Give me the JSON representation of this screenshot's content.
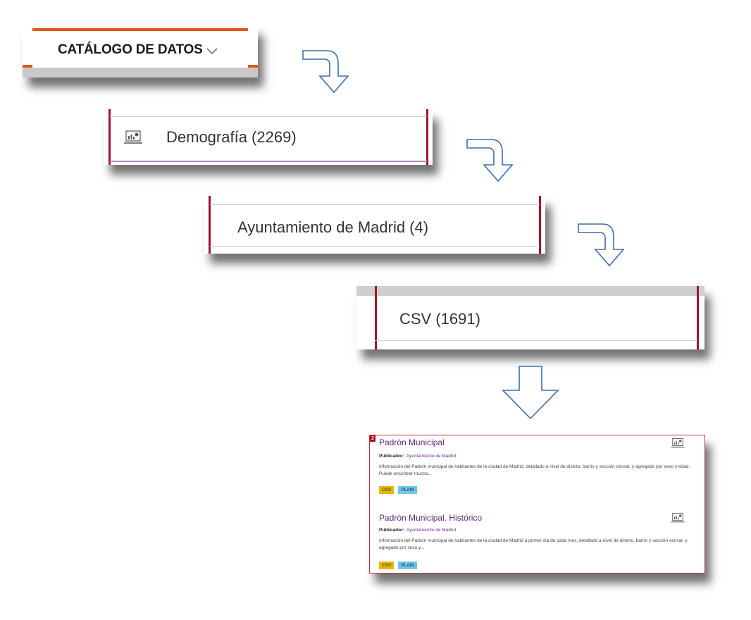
{
  "steps": {
    "catalog": {
      "title": "CATÁLOGO DE DATOS",
      "chevron_icon": "chevron-down-icon",
      "accent": "#e0581a"
    },
    "category": {
      "label": "Demografía (2269)",
      "icon": "chart-monitor-icon"
    },
    "publisher": {
      "label": "Ayuntamiento de Madrid (4)"
    },
    "format": {
      "label": "CSV (1691)"
    }
  },
  "results": {
    "badge": "2",
    "items": [
      {
        "title": "Padrón Municipal",
        "publisher_label": "Publicador:",
        "publisher": "Ayuntamiento de Madrid",
        "description": "Información del Padrón municipal de habitantes de la ciudad de Madrid, detallado a nivel de distrito, barrio y sección censal, y agregado por sexo y edad. Puede encontrar mucha...",
        "tags": [
          "CSV",
          "PLAIN"
        ]
      },
      {
        "title": "Padrón Municipal. Histórico",
        "publisher_label": "Publicador:",
        "publisher": "Ayuntamiento de Madrid",
        "description": "Información del Padrón municipal de habitantes de la ciudad de Madrid a primer día de cada mes, detallado a nivel de distrito, barrio y sección censal, y agregado por sexo y...",
        "tags": [
          "CSV",
          "PLAIN"
        ]
      }
    ]
  },
  "colors": {
    "accent_red": "#a3122a",
    "arrow_stroke": "#3b6ea8",
    "title_purple": "#5b2c6f",
    "tag_csv": "#e6b800",
    "tag_plain": "#6ec6e8"
  }
}
